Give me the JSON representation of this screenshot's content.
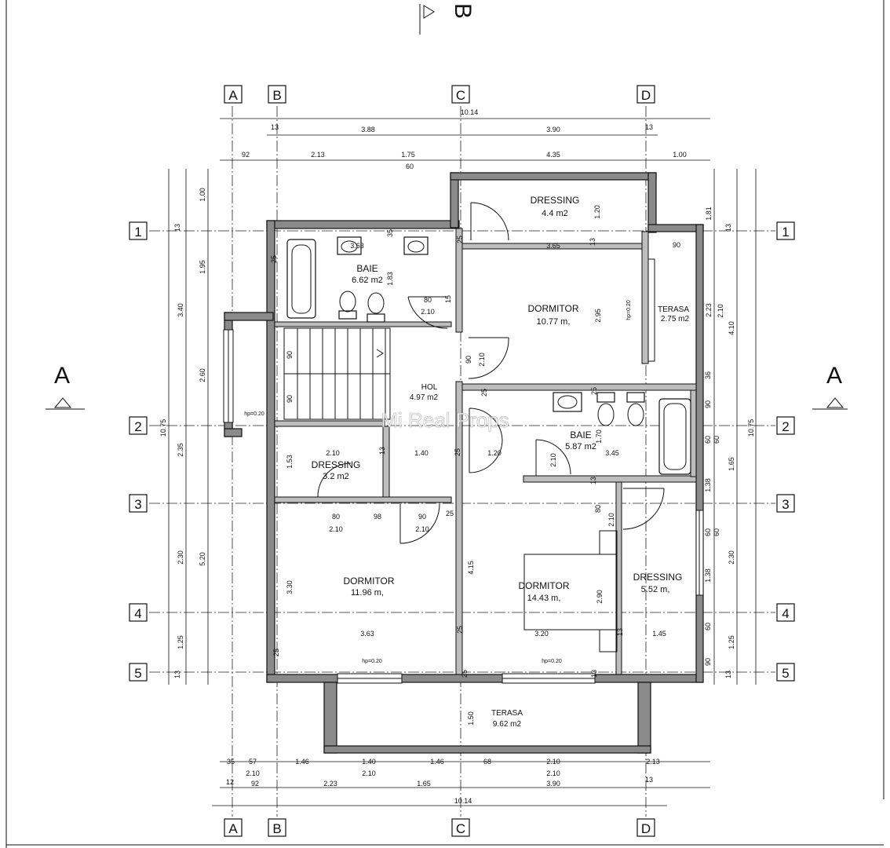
{
  "section_marks": {
    "a_left": "A",
    "a_right": "A",
    "b_top": "B"
  },
  "grid_columns": [
    "A",
    "B",
    "C",
    "D"
  ],
  "grid_rows": [
    "1",
    "2",
    "3",
    "4",
    "5"
  ],
  "rooms": [
    {
      "name": "DRESSING",
      "area": "4.4 m2"
    },
    {
      "name": "BAIE",
      "area": "6.62 m2"
    },
    {
      "name": "DORMITOR",
      "area": "10.77 m,"
    },
    {
      "name": "TERASA",
      "area": "2.75 m2"
    },
    {
      "name": "HOL",
      "area": "4.97 m2"
    },
    {
      "name": "BAIE",
      "area": "5.87 m2"
    },
    {
      "name": "DRESSING",
      "area": "3.2 m2"
    },
    {
      "name": "DORMITOR",
      "area": "11.96 m,"
    },
    {
      "name": "DORMITOR",
      "area": "14.43 m,"
    },
    {
      "name": "DRESSING",
      "area": "5.52 m,"
    },
    {
      "name": "TERASA",
      "area": "9.62 m2"
    }
  ],
  "dimensions": {
    "top_total": "10.14",
    "top_row2": [
      "13",
      "3.88",
      "3.90",
      "13"
    ],
    "top_row3": [
      "92",
      "2.13",
      "1.75",
      "60",
      "4.35",
      "1.00"
    ],
    "bottom_row1": [
      "35",
      "57",
      "1.46",
      "1.40",
      "1.46",
      "68",
      "2.10",
      "2.13"
    ],
    "bottom_row1b": [
      "2.10",
      "2.10",
      "2.10"
    ],
    "bottom_row2": [
      "12",
      "92",
      "2.23",
      "1.65",
      "3.90",
      "13"
    ],
    "bottom_total": "10.14",
    "left_total": "10.75",
    "left_mid": [
      "3.40",
      "5.20"
    ],
    "left_inner": [
      "1.00",
      "1.95",
      "2.60",
      "2.35",
      "2.30",
      "1.25",
      "13",
      "13"
    ],
    "right_total": "10.75",
    "right_mid": [
      "1.81",
      "4.10"
    ],
    "right_inner": [
      "13",
      "2.23",
      "2.10",
      "1.65",
      "2.30",
      "1.25",
      "13"
    ]
  },
  "interior_labels": [
    "3.63",
    "35",
    "25",
    "1.83",
    "80",
    "2.10",
    "15",
    "3.65",
    "13",
    "25",
    "1.20",
    "90",
    "2.95",
    "hp=0.20",
    "2.10",
    "90",
    "90",
    "25",
    "25",
    "36",
    "90",
    "90",
    "hp=0.20",
    "1.70",
    "3.45",
    "60",
    "60",
    "2.10",
    "13",
    "1.40",
    "25",
    "1.20",
    "2.10",
    "1.53",
    "13",
    "80",
    "98",
    "90",
    "25",
    "2.10",
    "2.10",
    "80",
    "2.10",
    "1.38",
    "60",
    "60",
    "4.15",
    "2.90",
    "3.30",
    "1.38",
    "3.63",
    "25",
    "3.20",
    "13",
    "1.45",
    "60",
    "90",
    "hp=0.20",
    "hp=0.20",
    "1.50",
    "25",
    "25",
    "13"
  ],
  "watermark": "Mi Real Props"
}
